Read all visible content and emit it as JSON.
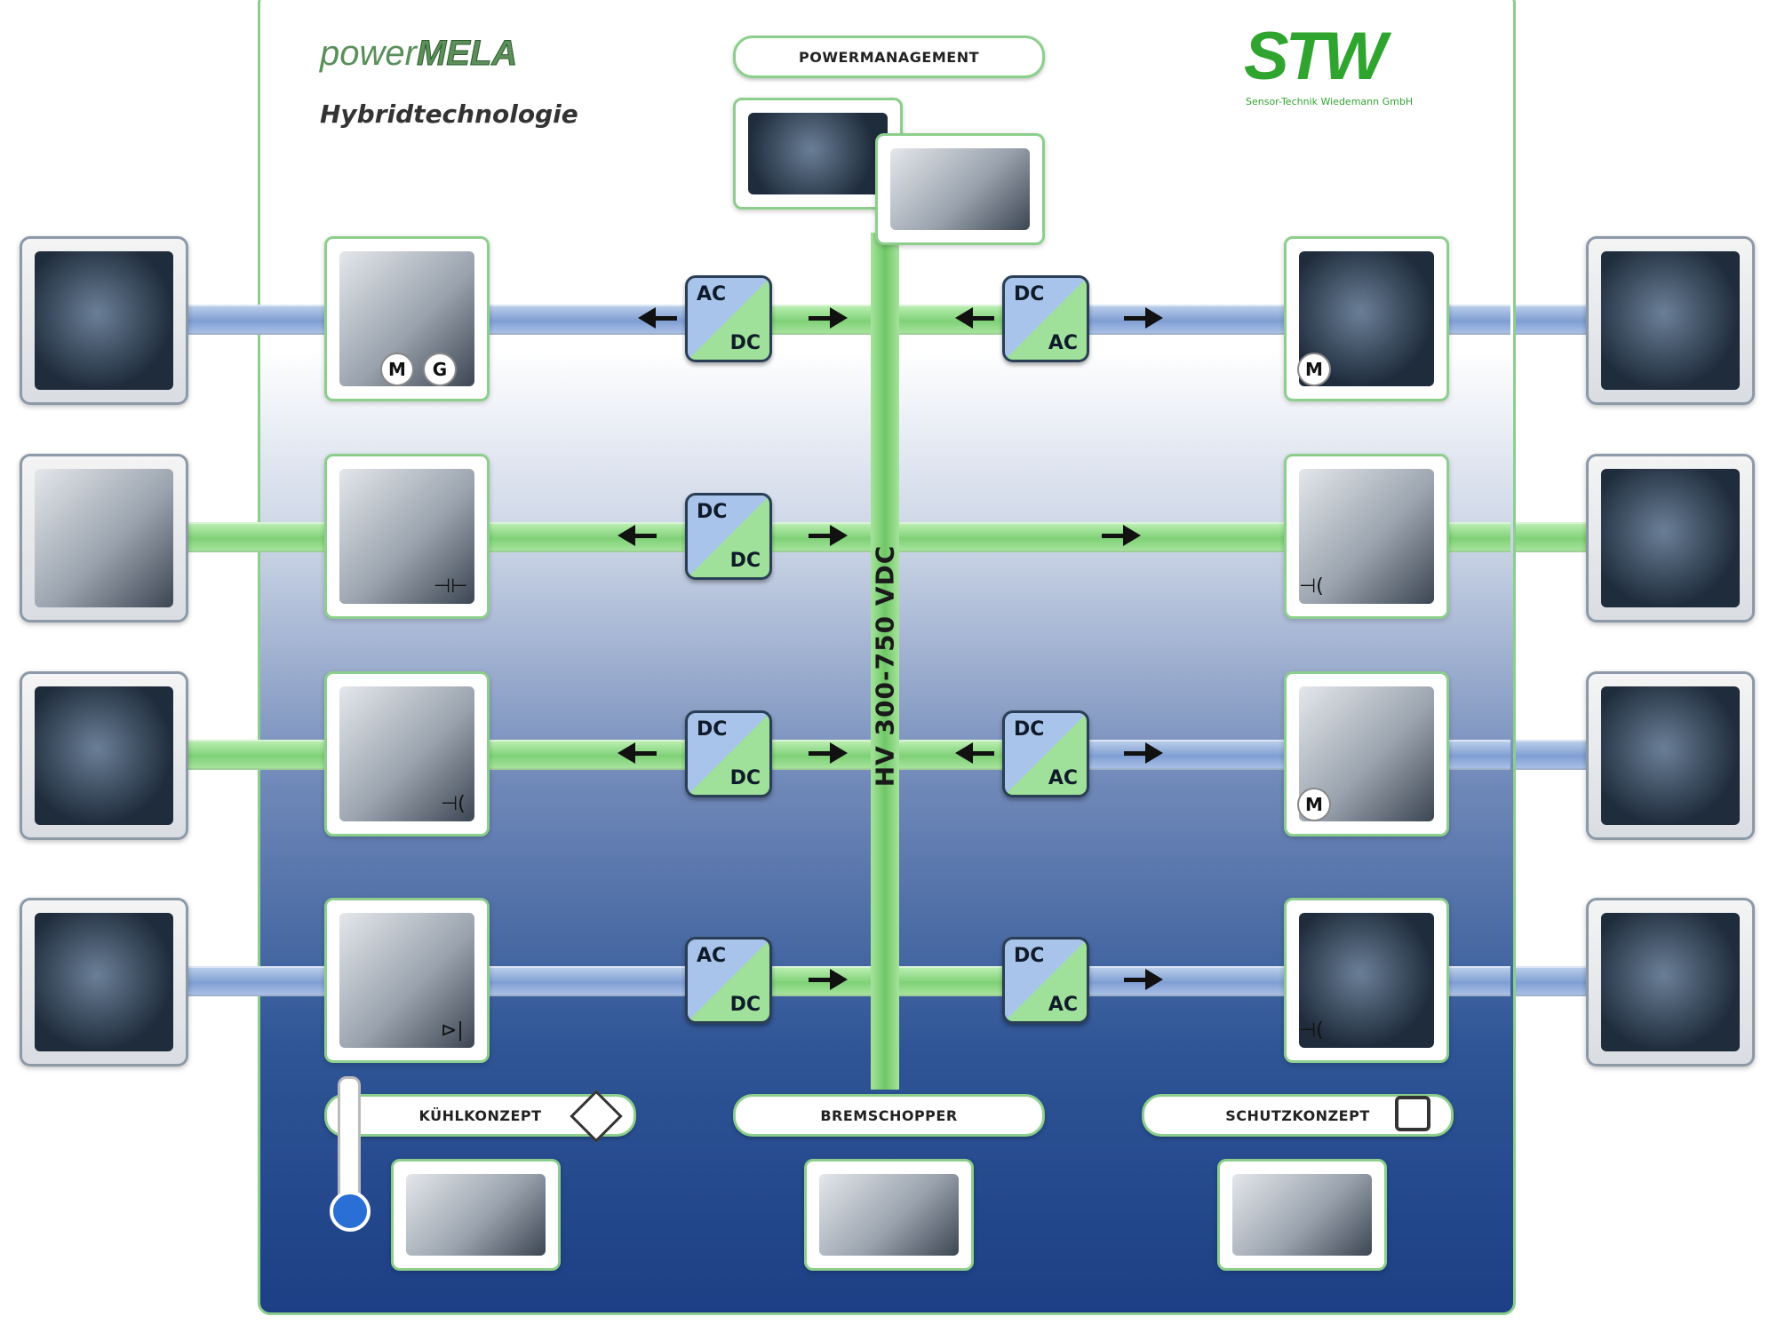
{
  "brand_left": {
    "prefix": "power",
    "name": "MELA",
    "subtitle": "Hybridtechnologie"
  },
  "brand_right": {
    "name": "STW",
    "subtitle": "Sensor-Technik Wiedemann GmbH"
  },
  "bus_label": "HV 300-750 VDC",
  "top_pill": "POWERMANAGEMENT",
  "converters": [
    {
      "top": "AC",
      "bottom": "DC"
    },
    {
      "top": "DC",
      "bottom": "AC"
    },
    {
      "top": "DC",
      "bottom": "DC"
    },
    {
      "top": "DC",
      "bottom": "DC"
    },
    {
      "top": "DC",
      "bottom": "AC"
    },
    {
      "top": "AC",
      "bottom": "DC"
    },
    {
      "top": "DC",
      "bottom": "AC"
    }
  ],
  "badges": {
    "motor": "M",
    "generator": "G"
  },
  "bottom_pills": [
    "KÜHLKONZEPT",
    "BREMSCHOPPER",
    "SCHUTZKONZEPT"
  ],
  "icons": [
    "engine-icon",
    "battery-module-icon",
    "battery-icon",
    "power-outlet-icon",
    "wheel-axle-icon",
    "implement-icon",
    "pump-motor-icon",
    "saw-blade-icon",
    "thermometer-icon"
  ],
  "colors": {
    "green": "#7fd177",
    "blue": "#7f9ed3",
    "panel_dark": "#1d3f85",
    "border_green": "#8ccf8c"
  }
}
